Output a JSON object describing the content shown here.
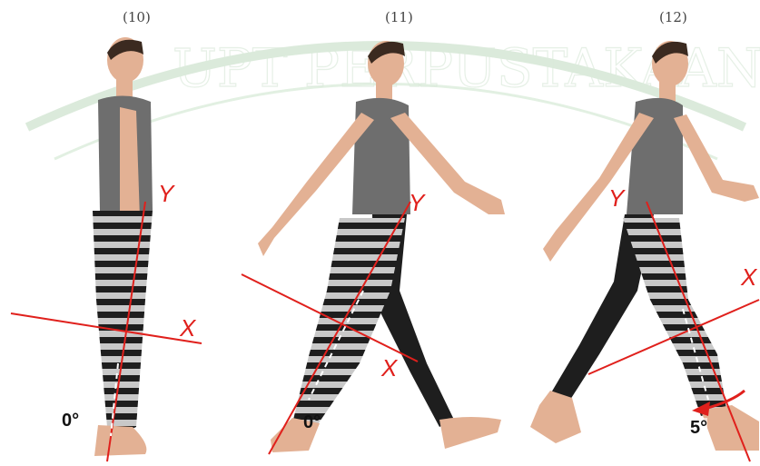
{
  "frames": [
    {
      "label": "(10)",
      "angle": "0°"
    },
    {
      "label": "(11)",
      "angle": "0°"
    },
    {
      "label": "(12)",
      "angle": "5°"
    }
  ],
  "axis_labels": {
    "x": "X",
    "y": "Y"
  },
  "watermark": "UPT PERPUSTAKAAN",
  "colors": {
    "axis": "#e0201c",
    "skin": "#e8b89a",
    "shirt": "#6e6e6e",
    "tights": "#1e1e1e",
    "stripe": "#c8c8c8",
    "watermark": "#cfe3cf"
  }
}
